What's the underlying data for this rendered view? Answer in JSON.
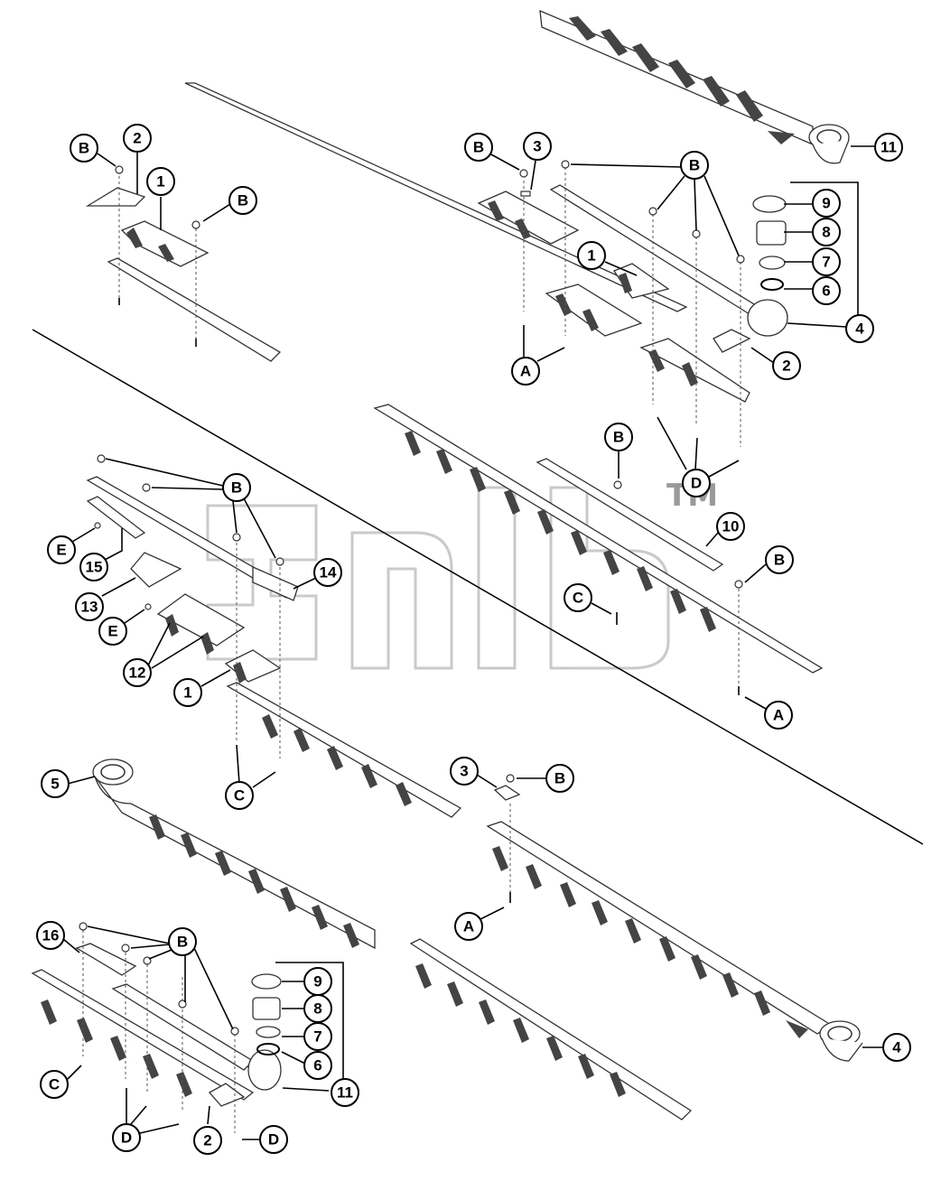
{
  "watermark": {
    "tm": "TM"
  },
  "callouts": {
    "c1": "1",
    "c2": "2",
    "c3": "3",
    "c4": "4",
    "c5": "5",
    "c6": "6",
    "c7": "7",
    "c8": "8",
    "c9": "9",
    "c10": "10",
    "c11": "11",
    "c12": "12",
    "c13": "13",
    "c14": "14",
    "c15": "15",
    "c16": "16",
    "cA": "A",
    "cB": "B",
    "cC": "C",
    "cD": "D",
    "cE": "E"
  }
}
